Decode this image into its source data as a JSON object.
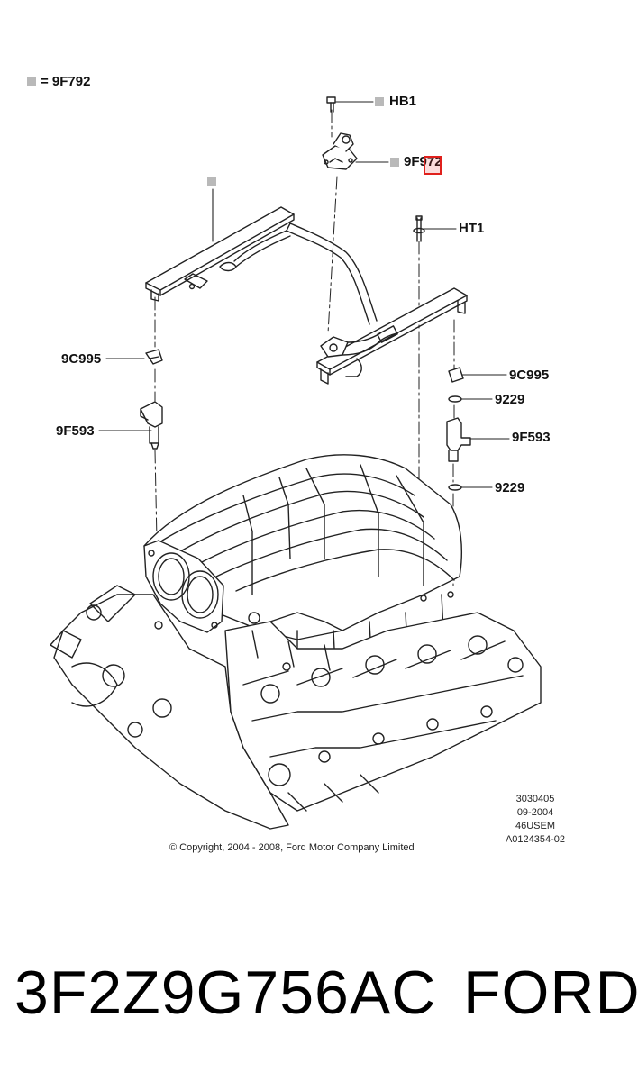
{
  "legend": {
    "text": "= 9F792"
  },
  "callouts": {
    "hb1": "HB1",
    "sensor": "9F972",
    "ht1": "HT1",
    "clip_left": "9C995",
    "clip_right": "9C995",
    "oring_upper": "9229",
    "injector_left": "9F593",
    "injector_right": "9F593",
    "oring_lower": "9229"
  },
  "reference": {
    "line1": "3030405",
    "line2": "09-2004",
    "line3": "46USEM",
    "line4": "A0124354-02"
  },
  "copyright": "© Copyright, 2004 - 2008, Ford Motor Company Limited",
  "part_number": "3F2Z9G756AC",
  "brand": "FORD",
  "colors": {
    "marker": "#b9b9b9",
    "highlight": "#e0201c"
  }
}
